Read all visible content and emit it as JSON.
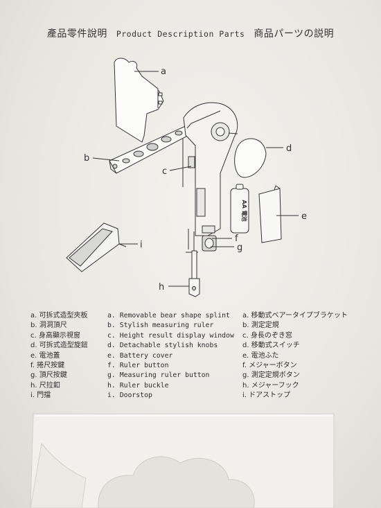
{
  "heading": {
    "zh": "產品零件說明",
    "en": "Product Description Parts",
    "ja": "商品パーツの説明"
  },
  "callouts": [
    "a",
    "b",
    "c",
    "d",
    "e",
    "f",
    "g",
    "h",
    "i"
  ],
  "battery_label": "AA 電池",
  "parts_zh": [
    "a. 可拆式造型夾板",
    "b. 洞洞頂尺",
    "c. 身高顯示視窗",
    "d. 可拆式造型旋鈕",
    "e. 電池蓋",
    "f. 捲尺按鍵",
    "g. 頂尺按鍵",
    "h. 尺拉釦",
    "i. 門擋"
  ],
  "parts_en": [
    "a. Removable bear shape splint",
    "b. Stylish measuring ruler",
    "c. Height result display window",
    "d. Detachable stylish knobs",
    "e. Battery cover",
    "f. Ruler button",
    "g. Measuring ruler button",
    "h. Ruler buckle",
    "i. Doorstop"
  ],
  "parts_ja": [
    "a. 移動式ベアータイプブラケット",
    "b. 測定定規",
    "c. 身長のぞき窓",
    "d. 移動式スイッチ",
    "e. 電池ふた",
    "f. メジャーボタン",
    "g. 測定定規ボタン",
    "h. メジャーフック",
    "i. ドアストップ"
  ]
}
